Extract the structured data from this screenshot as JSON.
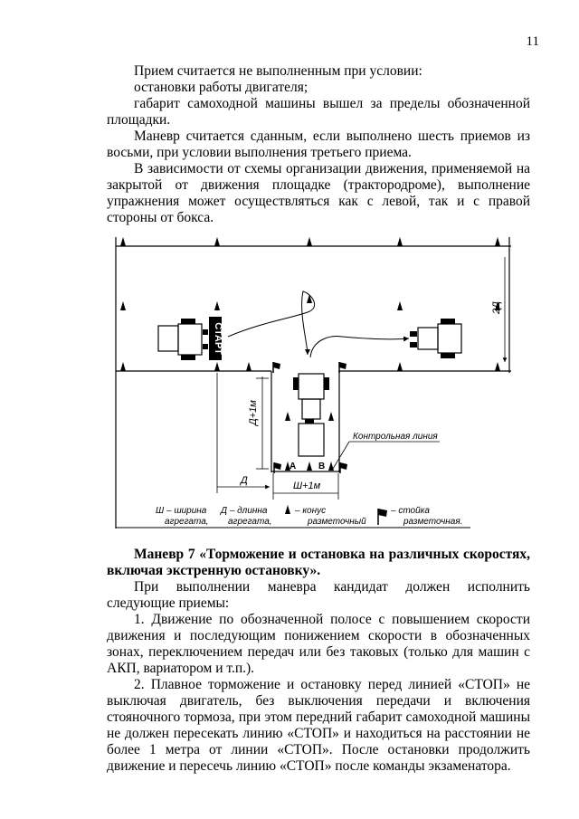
{
  "page_number": "11",
  "top_paragraphs": [
    "Прием считается не выполненным при условии:",
    "остановки работы двигателя;",
    "габарит самоходной машины вышел за пределы обозначенной площадки.",
    "Маневр считается сданным, если выполнено шесть приемов из восьми, при условии выполнения третьего приема.",
    "В зависимости от схемы организации движения, применяемой на закрытой от движения площадке (трактородроме), выполнение упражнения может осуществляться как с левой, так и с правой стороны от бокса."
  ],
  "diagram": {
    "start_label": "СТАРТ",
    "dim_2d": "2Д",
    "dim_d1m": "Д+1м",
    "dim_d": "Д",
    "dim_w1m": "Ш+1м",
    "control_line": "Контрольная линия",
    "point_a": "А",
    "point_b": "В",
    "legend": {
      "w_line1": "Ш – ширина",
      "w_line2": "агрегата,",
      "d_line1": "Д – длинна",
      "d_line2": "агрегата,",
      "cone_line1": "– конус",
      "cone_line2": "разметочный",
      "post_line1": "– стойка",
      "post_line2": "разметочная."
    }
  },
  "heading": "Маневр 7 «Торможение и остановка на различных скоростях, включая экстренную остановку».",
  "bottom_paragraphs": [
    "При выполнении маневра кандидат должен исполнить следующие приемы:",
    "1. Движение по обозначенной полосе с повышением скорости движения и последующим понижением скорости в обозначенных зонах, переключением передач или без таковых (только для машин с АКП, вариатором и т.п.).",
    "2. Плавное торможение и остановку перед линией «СТОП» не выключая двигатель, без выключения передачи и включения стояночного тормоза, при этом передний габарит самоходной машины не должен пересекать линию «СТОП» и находиться на расстоянии не более 1 метра от линии «СТОП». После остановки продолжить движение и пересечь линию «СТОП» после команды экзаменатора."
  ]
}
